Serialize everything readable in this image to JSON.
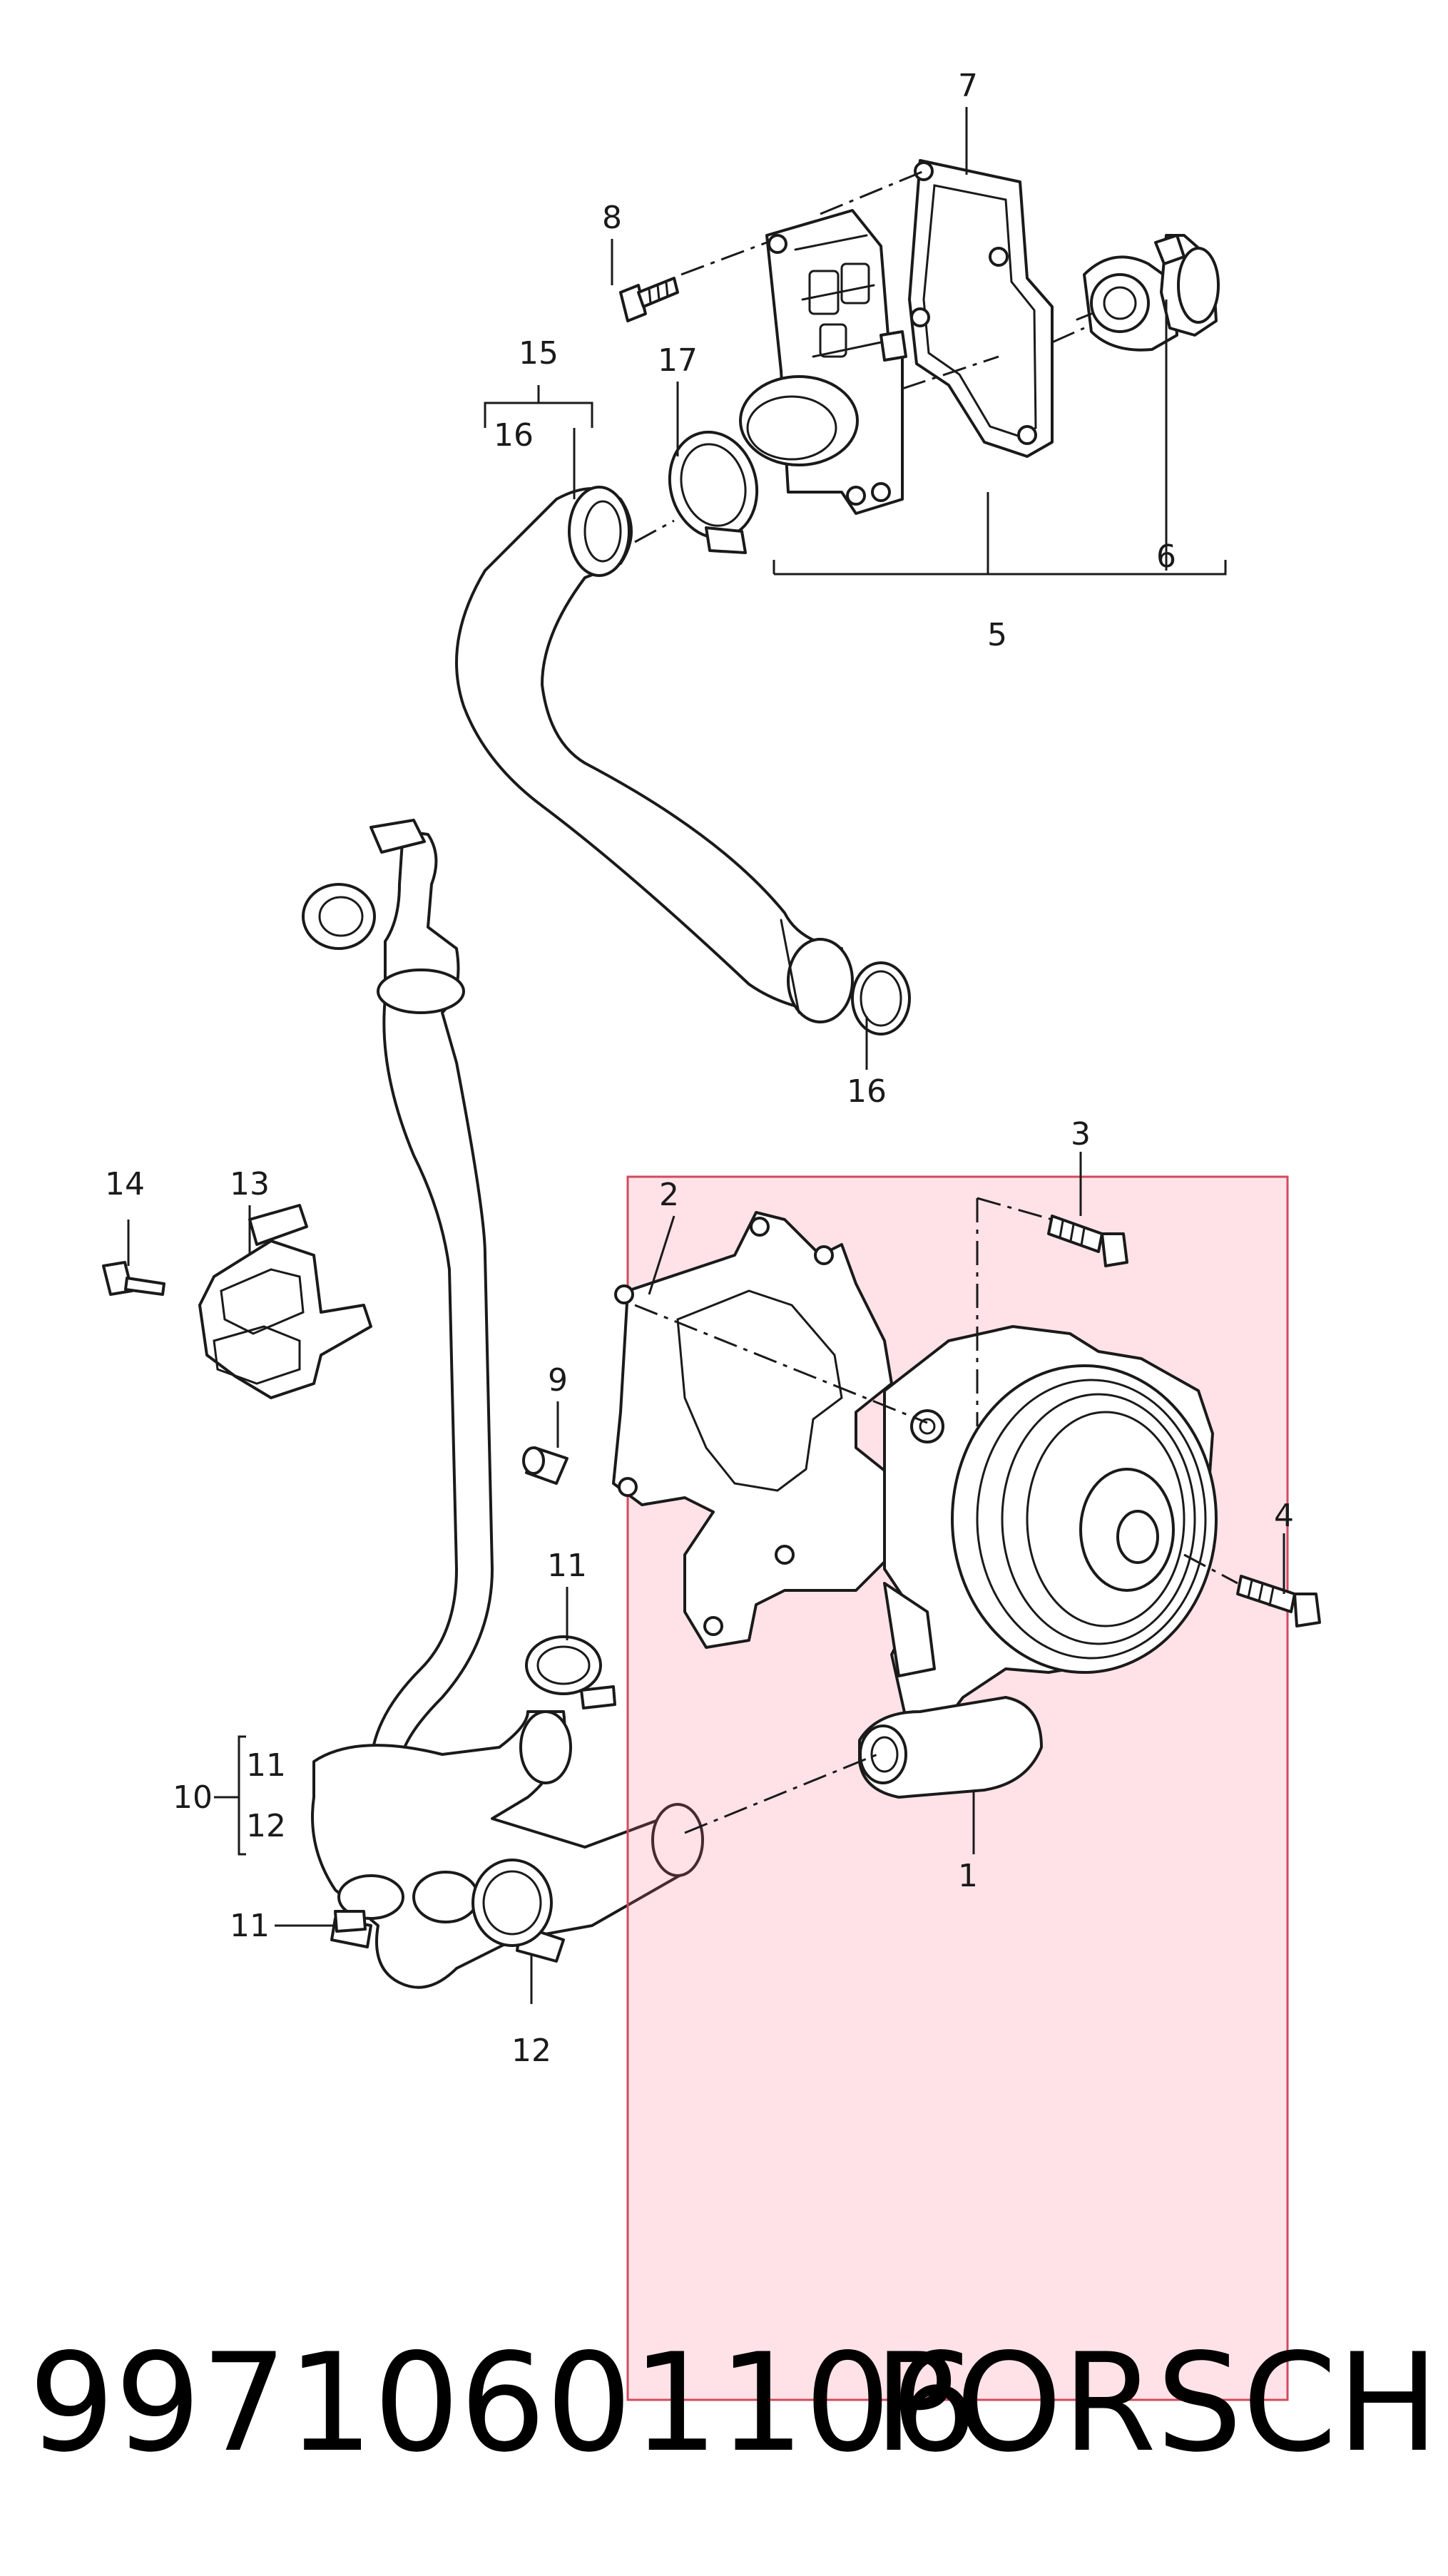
{
  "callouts": {
    "c1": "1",
    "c2": "2",
    "c3": "3",
    "c4": "4",
    "c5": "5",
    "c6": "6",
    "c7": "7",
    "c8": "8",
    "c9": "9",
    "c10": "10",
    "c11a": "11",
    "c11b": "11",
    "c11c": "11",
    "c12a": "12",
    "c12b": "12",
    "c13": "13",
    "c14": "14",
    "c15": "15",
    "c16a": "16",
    "c16b": "16",
    "c17": "17"
  },
  "caption": {
    "part_number": "99710601106",
    "brand": "PORSCHE"
  },
  "colors": {
    "highlight": "#ff6f86",
    "line": "#1a1a1a"
  }
}
